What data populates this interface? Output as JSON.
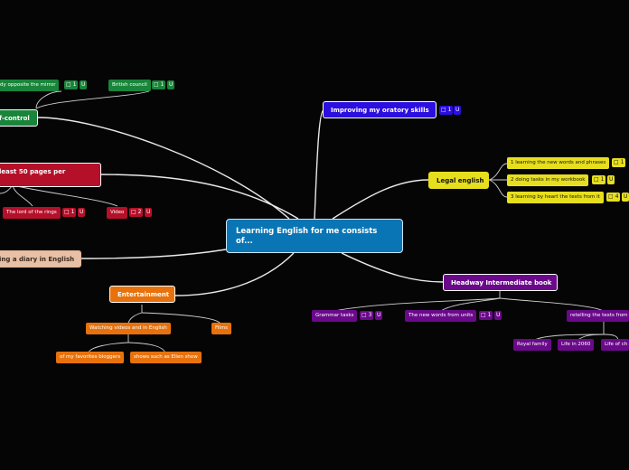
{
  "central": "Learning English for me consists of...",
  "colors": {
    "central": "#0a75b4",
    "green": "#19853a",
    "red": "#b5102a",
    "purple_blue": "#2b0ee0",
    "yellow": "#e7df1e",
    "purple": "#6a0a8a",
    "orange": "#e7720d",
    "tan": "#e8c0a6"
  },
  "branches": {
    "self_control": {
      "label": "f-control",
      "children": [
        {
          "label": "dy opposite the mirror",
          "comments": "1",
          "attachments": "U"
        },
        {
          "label": "British council",
          "comments": "1",
          "attachments": "U"
        }
      ]
    },
    "reading": {
      "label": "least 50 pages per",
      "children": [
        {
          "label": "The lord of the rings",
          "comments": "1",
          "attachments": "U"
        },
        {
          "label": "Video",
          "comments": "2",
          "attachments": "U"
        }
      ]
    },
    "diary": {
      "label": "ing a diary in English"
    },
    "entertainment": {
      "label": "Entertainment",
      "children": [
        {
          "label": "Watching videos and in English"
        },
        {
          "label": "Films"
        }
      ],
      "grandchildren": [
        {
          "label": "of my favorites bloggers"
        },
        {
          "label": "shows such as Ellen show"
        }
      ]
    },
    "oratory": {
      "label": "Improving my oratory skills",
      "comments": "1",
      "attachments": "U"
    },
    "legal": {
      "label": "Legal english",
      "children": [
        {
          "label": "1 learning the new words and phrases",
          "comments": "1"
        },
        {
          "label": "2 doing tasks in my workbook",
          "comments": "1",
          "attachments": "U"
        },
        {
          "label": "3 learning by heart the texts from it",
          "comments": "4",
          "attachments": "U"
        }
      ]
    },
    "headway": {
      "label": "Headway Intermediate book",
      "children": [
        {
          "label": "Grammar tasks",
          "comments": "3",
          "attachments": "U"
        },
        {
          "label": "The new words from units",
          "comments": "1",
          "attachments": "U"
        },
        {
          "label": "retelling the texts from"
        }
      ],
      "grandchildren": [
        {
          "label": "Royal family"
        },
        {
          "label": "Life in 2060"
        },
        {
          "label": "Life of ch"
        }
      ]
    }
  }
}
